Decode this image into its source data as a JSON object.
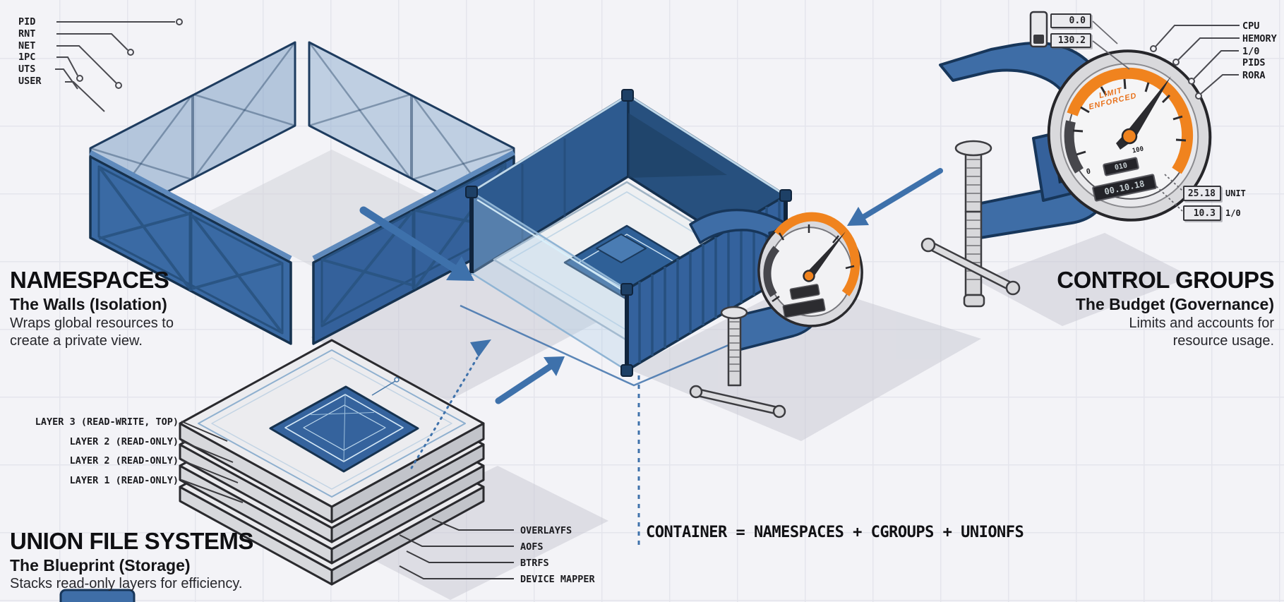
{
  "page": {
    "bg_color": "#f3f3f7",
    "grid_color": "#e4e5ec",
    "accent_blue": "#3e6da6",
    "accent_orange": "#f0831e"
  },
  "namespaces": {
    "callouts": [
      "PID",
      "RNT",
      "NET",
      "1PC",
      "UTS",
      "USER"
    ],
    "title": "NAMESPACES",
    "subtitle": "The Walls (Isolation)",
    "body": [
      "Wraps global resources to",
      "create a private view."
    ]
  },
  "cgroups": {
    "callouts": [
      "CPU",
      "HEMORY",
      "1/0",
      "PIDS",
      "RORA"
    ],
    "title": "CONTROL GROUPS",
    "subtitle": "The Budget (Governance)",
    "body": [
      "Limits and accounts for",
      "resource usage."
    ],
    "meter_values": [
      "0.0",
      "130.2"
    ],
    "side_readouts": [
      {
        "value": "25.18",
        "unit": "UNIT"
      },
      {
        "value": "10.3",
        "unit": "1/0"
      }
    ],
    "gauge": {
      "label": [
        "LIMIT",
        "ENFORCED"
      ],
      "min": "0",
      "max": "100",
      "display_small": "010",
      "display_large": "00.10.18"
    }
  },
  "unionfs": {
    "title": "UNION FILE SYSTEMS",
    "subtitle": "The Blueprint (Storage)",
    "body": [
      "Stacks read-only layers for efficiency."
    ],
    "layers": [
      "LAYER 3 (READ-WRITE, TOP)",
      "LAYER 2 (READ-ONLY)",
      "LAYER 2 (READ-ONLY)",
      "LAYER 1 (READ-ONLY)"
    ],
    "filesystems": [
      "OVERLAYFS",
      "AOFS",
      "BTRFS",
      "DEVICE MAPPER"
    ]
  },
  "formula": "CONTAINER = NAMESPACES + CGROUPS + UNIONFS"
}
